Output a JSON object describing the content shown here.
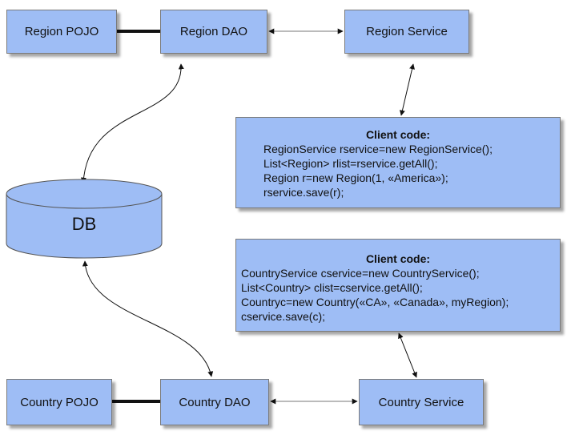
{
  "boxes": {
    "region_pojo": "Region POJO",
    "region_dao": "Region DAO",
    "region_service": "Region Service",
    "country_pojo": "Country POJO",
    "country_dao": "Country DAO",
    "country_service": "Country Service",
    "db": "DB"
  },
  "region_client": {
    "title": "Client code:",
    "lines": [
      "RegionService rservice=new RegionService();",
      "List<Region> rlist=rservice.getAll();",
      "Region r=new Region(1, «America»);",
      "rservice.save(r);"
    ]
  },
  "country_client": {
    "title": "Client code:",
    "lines": [
      "CountryService cservice=new CountryService();",
      "List<Country> clist=cservice.getAll();",
      "Countryc=new Country(«CA», «Canada», myRegion);",
      "cservice.save(c);"
    ]
  },
  "colors": {
    "box_fill": "#9ebdf5",
    "box_border": "#7a7a7a",
    "db_fill": "#9ebdf5",
    "connector": "#111111",
    "double_arrow": "#555555"
  }
}
